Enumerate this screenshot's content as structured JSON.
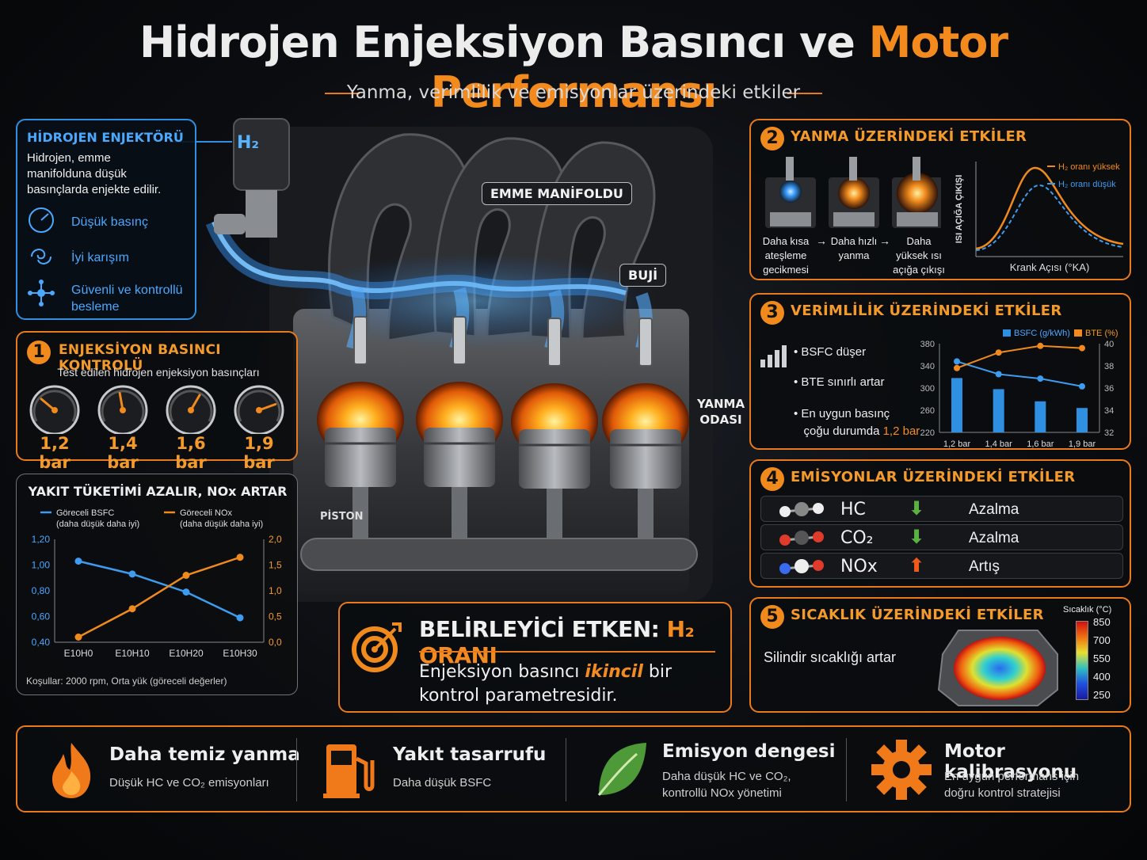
{
  "title": {
    "part1": "Hidrojen Enjeksiyon Basıncı ve ",
    "part2": "Motor Performansı",
    "subtitle": "Yanma, verimlilik ve emisyonlar üzerindeki etkiler"
  },
  "injector": {
    "title": "HİDROJEN ENJEKTÖRÜ",
    "desc": "Hidrojen, emme manifolduna düşük basınçlarda enjekte edilir.",
    "items": [
      "Düşük basınç",
      "İyi karışım",
      "Güvenli ve kontrollü besleme"
    ],
    "h2": "H₂"
  },
  "engine": {
    "intake": "EMME MANİFOLDU",
    "spark": "BUJİ",
    "chamber": "YANMA ODASI",
    "piston": "PİSTON"
  },
  "pressure": {
    "num": "1",
    "title": "ENJEKSİYON BASINCI KONTROLÜ",
    "sub": "Test edilen hidrojen enjeksiyon basınçları",
    "values": [
      "1,2 bar",
      "1,4 bar",
      "1,6 bar",
      "1,9 bar"
    ]
  },
  "chart_data": [
    {
      "type": "line",
      "title": "YAKIT TÜKETİMİ AZALIR, NOx ARTAR",
      "categories": [
        "E10H0",
        "E10H10",
        "E10H20",
        "E10H30"
      ],
      "series": [
        {
          "name": "Göreceli BSFC",
          "note": "(daha düşük daha iyi)",
          "color": "#3d9cf0",
          "axis": "left",
          "values": [
            1.03,
            0.93,
            0.79,
            0.59
          ]
        },
        {
          "name": "Göreceli NOx",
          "note": "(daha düşük daha iyi)",
          "color": "#f08a1c",
          "axis": "right",
          "values": [
            0.1,
            0.65,
            1.3,
            1.65
          ]
        }
      ],
      "ylim_left": [
        0.4,
        1.2
      ],
      "yticks_left": [
        "0,40",
        "0,60",
        "0,80",
        "1,00",
        "1,20"
      ],
      "ylim_right": [
        0,
        2
      ],
      "yticks_right": [
        "0,0",
        "0,5",
        "1,0",
        "1,5",
        "2,0"
      ],
      "footer": "Koşullar: 2000 rpm, Orta yük (göreceli değerler)"
    },
    {
      "type": "line",
      "title": "",
      "xlabel": "Krank Açısı (°KA)",
      "ylabel": "ISI AÇIĞA ÇIKIŞI",
      "series": [
        {
          "name": "H₂ oranı yüksek",
          "color": "#f08a1c"
        },
        {
          "name": "H₂ oranı düşük",
          "color": "#3d9cf0"
        }
      ]
    },
    {
      "type": "bar",
      "categories": [
        "1,2 bar",
        "1,4 bar",
        "1,6 bar",
        "1,9 bar"
      ],
      "series": [
        {
          "name": "BSFC (g/kWh)",
          "type": "bar",
          "color": "#2f8fe0",
          "values": [
            318,
            298,
            276,
            264
          ]
        },
        {
          "name": "BSFC (g/kWh)",
          "type": "line",
          "color": "#3d9cf0",
          "values": [
            348,
            325,
            317,
            303
          ]
        },
        {
          "name": "BTE (%)",
          "type": "line",
          "color": "#f08a1c",
          "axis": "right",
          "values": [
            37.8,
            39.2,
            39.8,
            39.6
          ]
        }
      ],
      "ylim_left": [
        220,
        380
      ],
      "yticks_left": [
        "220",
        "260",
        "300",
        "340",
        "380"
      ],
      "ylim_right": [
        32,
        40
      ],
      "yticks_right": [
        "32",
        "34",
        "36",
        "38",
        "40"
      ]
    }
  ],
  "combustion": {
    "num": "2",
    "title": "YANMA ÜZERİNDEKİ ETKİLER",
    "steps": [
      "Daha kısa ateşleme gecikmesi",
      "Daha hızlı yanma",
      "Daha yüksek ısı açığa çıkışı"
    ]
  },
  "efficiency": {
    "num": "3",
    "title": "VERİMLİLİK ÜZERİNDEKİ ETKİLER",
    "b1": "BSFC düşer",
    "b2": "BTE sınırlı artar",
    "b3a": "En uygun basınç",
    "b3b": "çoğu durumda ",
    "b3c": "1,2 bar"
  },
  "emissions": {
    "num": "4",
    "title": "EMİSYONLAR ÜZERİNDEKİ ETKİLER",
    "rows": [
      {
        "name": "HC",
        "effect": "Azalma",
        "dir": "down"
      },
      {
        "name": "CO₂",
        "effect": "Azalma",
        "dir": "down"
      },
      {
        "name": "NOx",
        "effect": "Artış",
        "dir": "up"
      }
    ]
  },
  "temperature": {
    "num": "5",
    "title": "SICAKLIK ÜZERİNDEKİ ETKİLER",
    "text": "Silindir sıcaklığı artar",
    "scale_title": "Sıcaklık (°C)",
    "scale": [
      "850",
      "700",
      "550",
      "400",
      "250"
    ]
  },
  "key": {
    "title1": "BELİRLEYİCİ ETKEN: ",
    "title2": "H₂ ORANI",
    "text1": "Enjeksiyon basıncı ",
    "text2": "ikincil",
    "text3": " bir",
    "text4": "kontrol parametresidir."
  },
  "bottom": [
    {
      "title": "Daha temiz yanma",
      "sub": "Düşük HC ve CO₂ emisyonları",
      "icon": "flame-icon"
    },
    {
      "title": "Yakıt tasarrufu",
      "sub": "Daha düşük BSFC",
      "icon": "fuel-pump-icon"
    },
    {
      "title": "Emisyon dengesi",
      "sub1": "Daha düşük HC ve CO₂,",
      "sub2": "kontrollü NOx yönetimi",
      "icon": "leaf-icon"
    },
    {
      "title": "Motor kalibrasyonu",
      "sub1": "En uygun performans için",
      "sub2": "doğru kontrol stratejisi",
      "icon": "gear-icon"
    }
  ]
}
